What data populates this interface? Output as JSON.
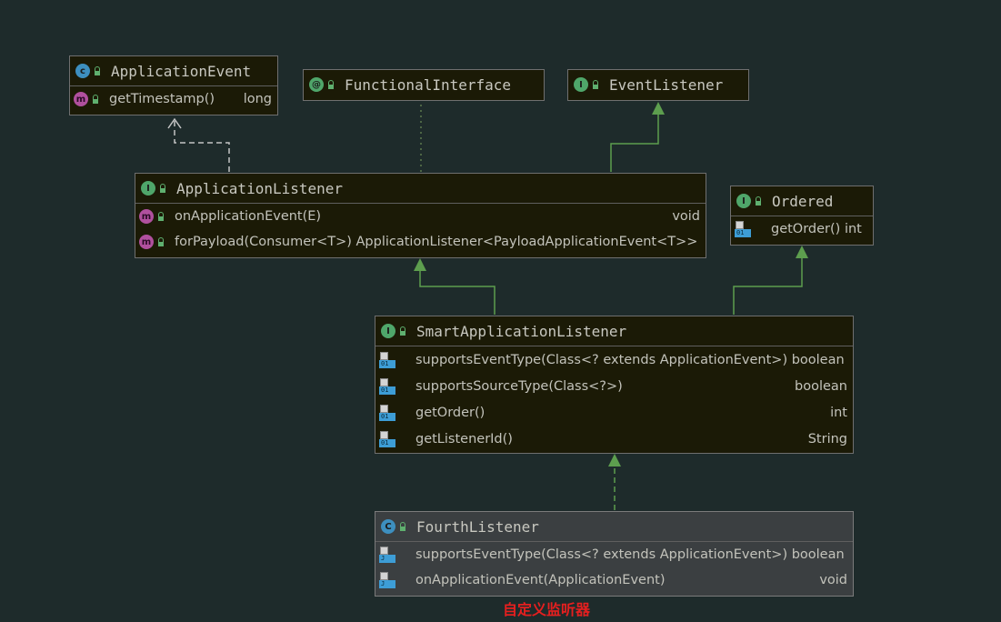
{
  "nodes": {
    "application_event": {
      "name": "ApplicationEvent",
      "icon": "c",
      "icon_name": "class-icon",
      "members": [
        {
          "icon": "m",
          "name": "getTimestamp()",
          "type": "long"
        }
      ]
    },
    "functional_interface": {
      "name": "FunctionalInterface",
      "icon": "@",
      "icon_name": "annotation-icon"
    },
    "event_listener": {
      "name": "EventListener",
      "icon": "I",
      "icon_name": "interface-icon"
    },
    "application_listener": {
      "name": "ApplicationListener",
      "icon": "I",
      "icon_name": "interface-icon",
      "members": [
        {
          "icon": "m",
          "name": "onApplicationEvent(E)",
          "type": "void"
        },
        {
          "icon": "m",
          "name": "forPayload(Consumer<T>) ApplicationListener<PayloadApplicationEvent<T>>",
          "type": ""
        }
      ]
    },
    "ordered": {
      "name": "Ordered",
      "icon": "I",
      "icon_name": "interface-icon",
      "members": [
        {
          "icon": "01",
          "name": "getOrder() int",
          "type": ""
        }
      ]
    },
    "smart_application_listener": {
      "name": "SmartApplicationListener",
      "icon": "I",
      "icon_name": "interface-icon",
      "members": [
        {
          "icon": "01",
          "name": "supportsEventType(Class<? extends ApplicationEvent>) boolean",
          "type": ""
        },
        {
          "icon": "01",
          "name": "supportsSourceType(Class<?>)",
          "type": "boolean"
        },
        {
          "icon": "01",
          "name": "getOrder()",
          "type": "int"
        },
        {
          "icon": "01",
          "name": "getListenerId()",
          "type": "String"
        }
      ]
    },
    "fourth_listener": {
      "name": "FourthListener",
      "icon": "C",
      "icon_name": "class-icon",
      "members": [
        {
          "icon": "J",
          "name": "supportsEventType(Class<? extends ApplicationEvent>) boolean",
          "type": ""
        },
        {
          "icon": "J",
          "name": "onApplicationEvent(ApplicationEvent)",
          "type": "void"
        }
      ]
    }
  },
  "caption": "自定义监听器",
  "colors": {
    "background": "#1e2b2b",
    "node_fill": "#1b1a06",
    "selected_fill": "#3b3f41",
    "extends_edge": "#5d9e4e",
    "depends_edge": "#c4c4c4",
    "caption": "#e51f1f"
  }
}
